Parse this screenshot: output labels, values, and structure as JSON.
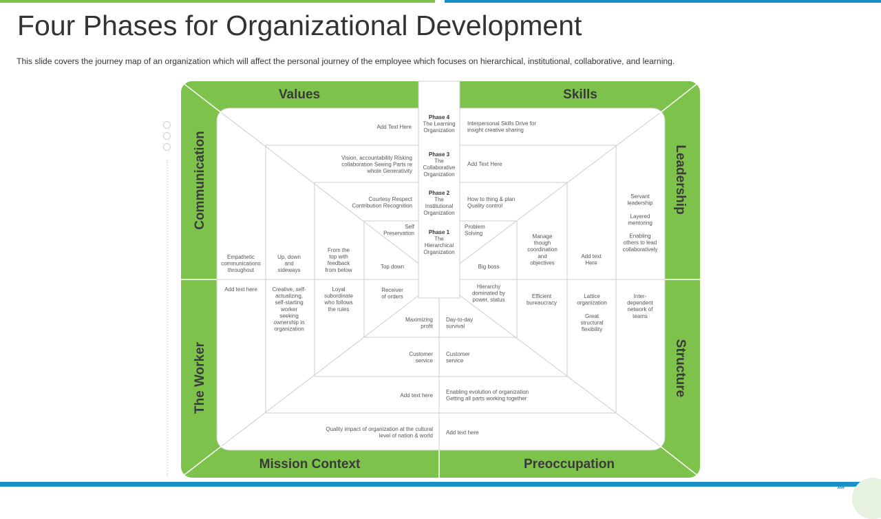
{
  "title": "Four Phases for Organizational Development",
  "subtitle": "This slide covers the journey map of an organization which will affect the personal journey of the employee which focuses on hierarchical, institutional, collaborative,  and learning.",
  "colors": {
    "green": "#7dc24b",
    "blue": "#1b8fc7",
    "line": "#cccccc"
  },
  "quadrants": {
    "values": "Values",
    "skills": "Skills",
    "communication": "Communication",
    "leadership": "Leadership",
    "worker": "The Worker",
    "structure": "Structure",
    "mission": "Mission Context",
    "preoccupation": "Preoccupation"
  },
  "phases": {
    "p4": [
      "Phase 4",
      "The Learning",
      "Organization"
    ],
    "p3": [
      "Phase 3",
      "The",
      "Collaborative",
      "Organization"
    ],
    "p2": [
      "Phase 2",
      "The",
      "Institutional",
      "Organization"
    ],
    "p1": [
      "Phase 1",
      "The",
      "Hierarchical",
      "Organization"
    ]
  },
  "cells": {
    "values_p4": [
      "Add Text Here"
    ],
    "skills_p4": [
      "Interpersonal  Skills Drive for",
      "insight creative sharing"
    ],
    "values_p3": [
      "Vision, accountability  Risking",
      "collaboration  Seeing Parts re",
      "whole Generativity"
    ],
    "skills_p3": [
      "Add Text Here"
    ],
    "values_p2": [
      "Courtesy Respect",
      "Contribution  Recognition"
    ],
    "skills_p2": [
      "How to thing & plan",
      "Quality control"
    ],
    "values_p1": [
      "Self",
      "Preservation"
    ],
    "skills_p1": [
      "Problem",
      "Solving"
    ],
    "comm_p4": [
      "Empathetic",
      "communications",
      "throughout"
    ],
    "comm_p3": [
      "Up, down",
      "and",
      "sideways"
    ],
    "comm_p2": [
      "From the",
      "top with",
      "feedback",
      "from below"
    ],
    "comm_p1": [
      "Top down"
    ],
    "lead_p1": [
      "Big boss"
    ],
    "lead_p2": [
      "Manage",
      "though",
      "coordination",
      "and",
      "objectives"
    ],
    "lead_p3": [
      "Add text",
      "Here"
    ],
    "lead_p4": [
      "Servant",
      "leadership",
      "",
      "Layered",
      "mentoring",
      "",
      "Enabling",
      "others to lead",
      "collaboratively"
    ],
    "worker_p4": [
      "Add text here"
    ],
    "worker_p3": [
      "Creative, self-",
      "actualizing,",
      "self-starting",
      "worker",
      "seeking",
      "ownership in",
      "organization"
    ],
    "worker_p2": [
      "Loyal",
      "subordinate",
      "who follows",
      "the rules"
    ],
    "worker_p1": [
      "Receiver",
      "of orders"
    ],
    "struct_p1": [
      "Hierarchy",
      "dominated  by",
      "power, status"
    ],
    "struct_p2": [
      "Efficient",
      "bureaucracy"
    ],
    "struct_p3": [
      "Lattice",
      "organization",
      "",
      "Great",
      "structural",
      "flexibility"
    ],
    "struct_p4": [
      "Inter-",
      "dependent",
      "network of",
      "teams"
    ],
    "mission_p1": [
      "Maximizing",
      "profit"
    ],
    "preocc_p1": [
      "Day-to-day",
      "survival"
    ],
    "mission_p2": [
      "Customer",
      "service"
    ],
    "preocc_p2": [
      "Customer",
      "service"
    ],
    "mission_p3": [
      "Add text here"
    ],
    "preocc_p3": [
      "Enabling  evolution of organization",
      "Getting all parts working together"
    ],
    "mission_p4": [
      "Quality impact of organization  at the cultural",
      "level of nation & world"
    ],
    "preocc_p4": [
      "Add text here"
    ]
  },
  "footer": {
    "arrows": "»»"
  }
}
